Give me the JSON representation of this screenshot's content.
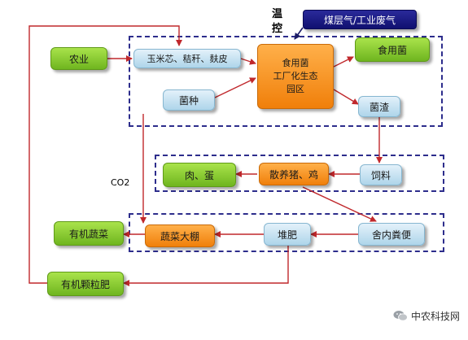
{
  "diagram": {
    "control_label_1": "温",
    "control_label_2": "控",
    "co2_label": "CO2",
    "nodes": {
      "coal_gas": "煤层气/工业废气",
      "agriculture": "农业",
      "crop_residue": "玉米芯、秸秆、麸皮",
      "mushroom_park_line1": "食用菌",
      "mushroom_park_line2": "工厂化生态",
      "mushroom_park_line3": "园区",
      "edible_fungi": "食用菌",
      "spawn": "菌种",
      "spent_substrate": "菌渣",
      "feed": "饲料",
      "free_range": "散养猪、鸡",
      "meat_eggs": "肉、蛋",
      "manure": "舍内粪便",
      "compost": "堆肥",
      "greenhouse": "蔬菜大棚",
      "organic_veg": "有机蔬菜",
      "organic_fertilizer": "有机颗粒肥"
    }
  },
  "watermark": {
    "text": "中农科技网",
    "icon": "wechat-icon"
  },
  "colors": {
    "green": "#8ccf35",
    "orange": "#f5901d",
    "blue": "#bfe0f0",
    "navy": "#141478",
    "arrow_red": "#c0282c",
    "dashed_border": "#2d2d8c"
  }
}
